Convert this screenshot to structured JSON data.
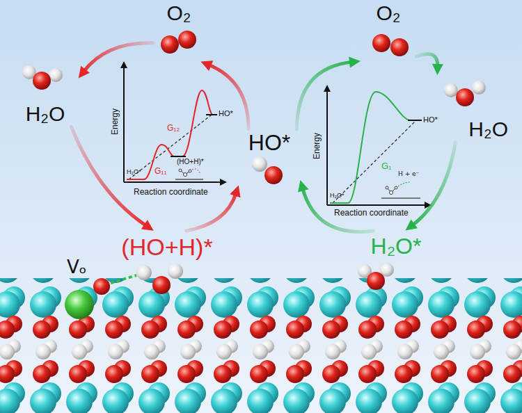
{
  "diagram": {
    "nodes": [
      {
        "text": [
          "O₂"
        ]
      },
      {
        "text": [
          "H₂O"
        ]
      },
      {
        "text": [
          "(HO+H)*"
        ]
      },
      {
        "text": [
          "HO*"
        ]
      },
      {
        "text": [
          "O₂"
        ]
      },
      {
        "text": [
          "H₂O"
        ]
      },
      {
        "text": [
          "H₂O*"
        ]
      }
    ],
    "edges": [
      {
        "from": 3,
        "to": 0,
        "arrow": "to"
      },
      {
        "from": 0,
        "to": 1,
        "arrow": "to"
      },
      {
        "from": 1,
        "to": 2,
        "arrow": "to"
      },
      {
        "from": 2,
        "to": 3,
        "arrow": "to"
      },
      {
        "from": 3,
        "to": 4,
        "arrow": "to"
      },
      {
        "from": 4,
        "to": 5,
        "arrow": "to"
      },
      {
        "from": 5,
        "to": 6,
        "arrow": "to"
      },
      {
        "from": 6,
        "to": 3,
        "arrow": "to"
      }
    ],
    "labels": [
      "Energy",
      "HO*",
      "G₁₂",
      "(HO+H)*",
      "G₁₁",
      "H₂O*",
      "Reaction coordinate",
      "Energy",
      "HO*",
      "G₁",
      "H + e⁻",
      "H₂O*",
      "Reaction coordinate",
      "Vₒ"
    ]
  }
}
